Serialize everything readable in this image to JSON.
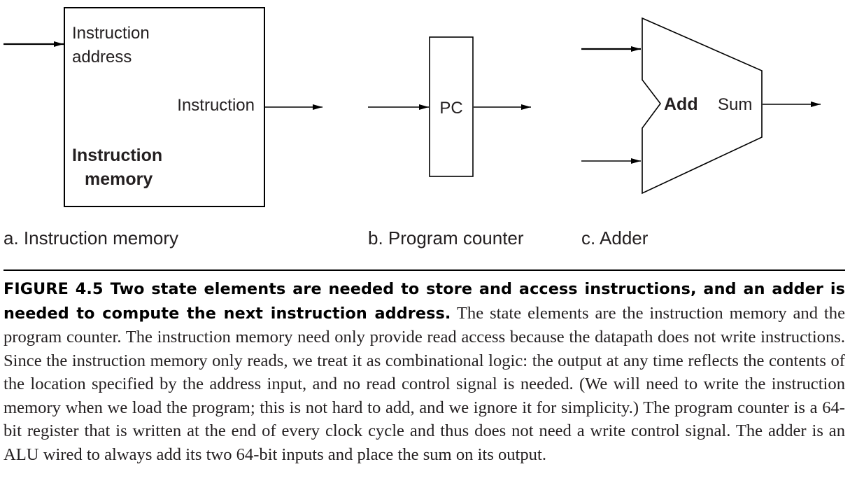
{
  "panels": {
    "instruction_memory": {
      "input_label_line1": "Instruction",
      "input_label_line2": "address",
      "output_label": "Instruction",
      "block_name_line1": "Instruction",
      "block_name_line2": "memory",
      "sublabel": "a. Instruction memory"
    },
    "program_counter": {
      "block_label": "PC",
      "sublabel": "b. Program counter"
    },
    "adder": {
      "block_label": "Add",
      "output_label": "Sum",
      "sublabel": "c. Adder"
    }
  },
  "caption": {
    "label": "FIGURE 4.5",
    "heading": "Two state elements are needed to store and access instructions, and an adder is needed to compute the next instruction address.",
    "body": " The state elements are the instruction memory and the program counter. The instruction memory need only provide read access because the datapath does not write instructions. Since the instruction memory only reads, we treat it as combinational logic: the output at any time reflects the contents of the location specified by the address input, and no read control signal is needed. (We will need to write the instruction memory when we load the program; this is not hard to add, and we ignore it for simplicity.) The program counter is a 64-bit register that is written at the end of every clock cycle and thus does not need a write control signal. The adder is an ALU wired to always add its two 64-bit inputs and place the sum on its output."
  }
}
